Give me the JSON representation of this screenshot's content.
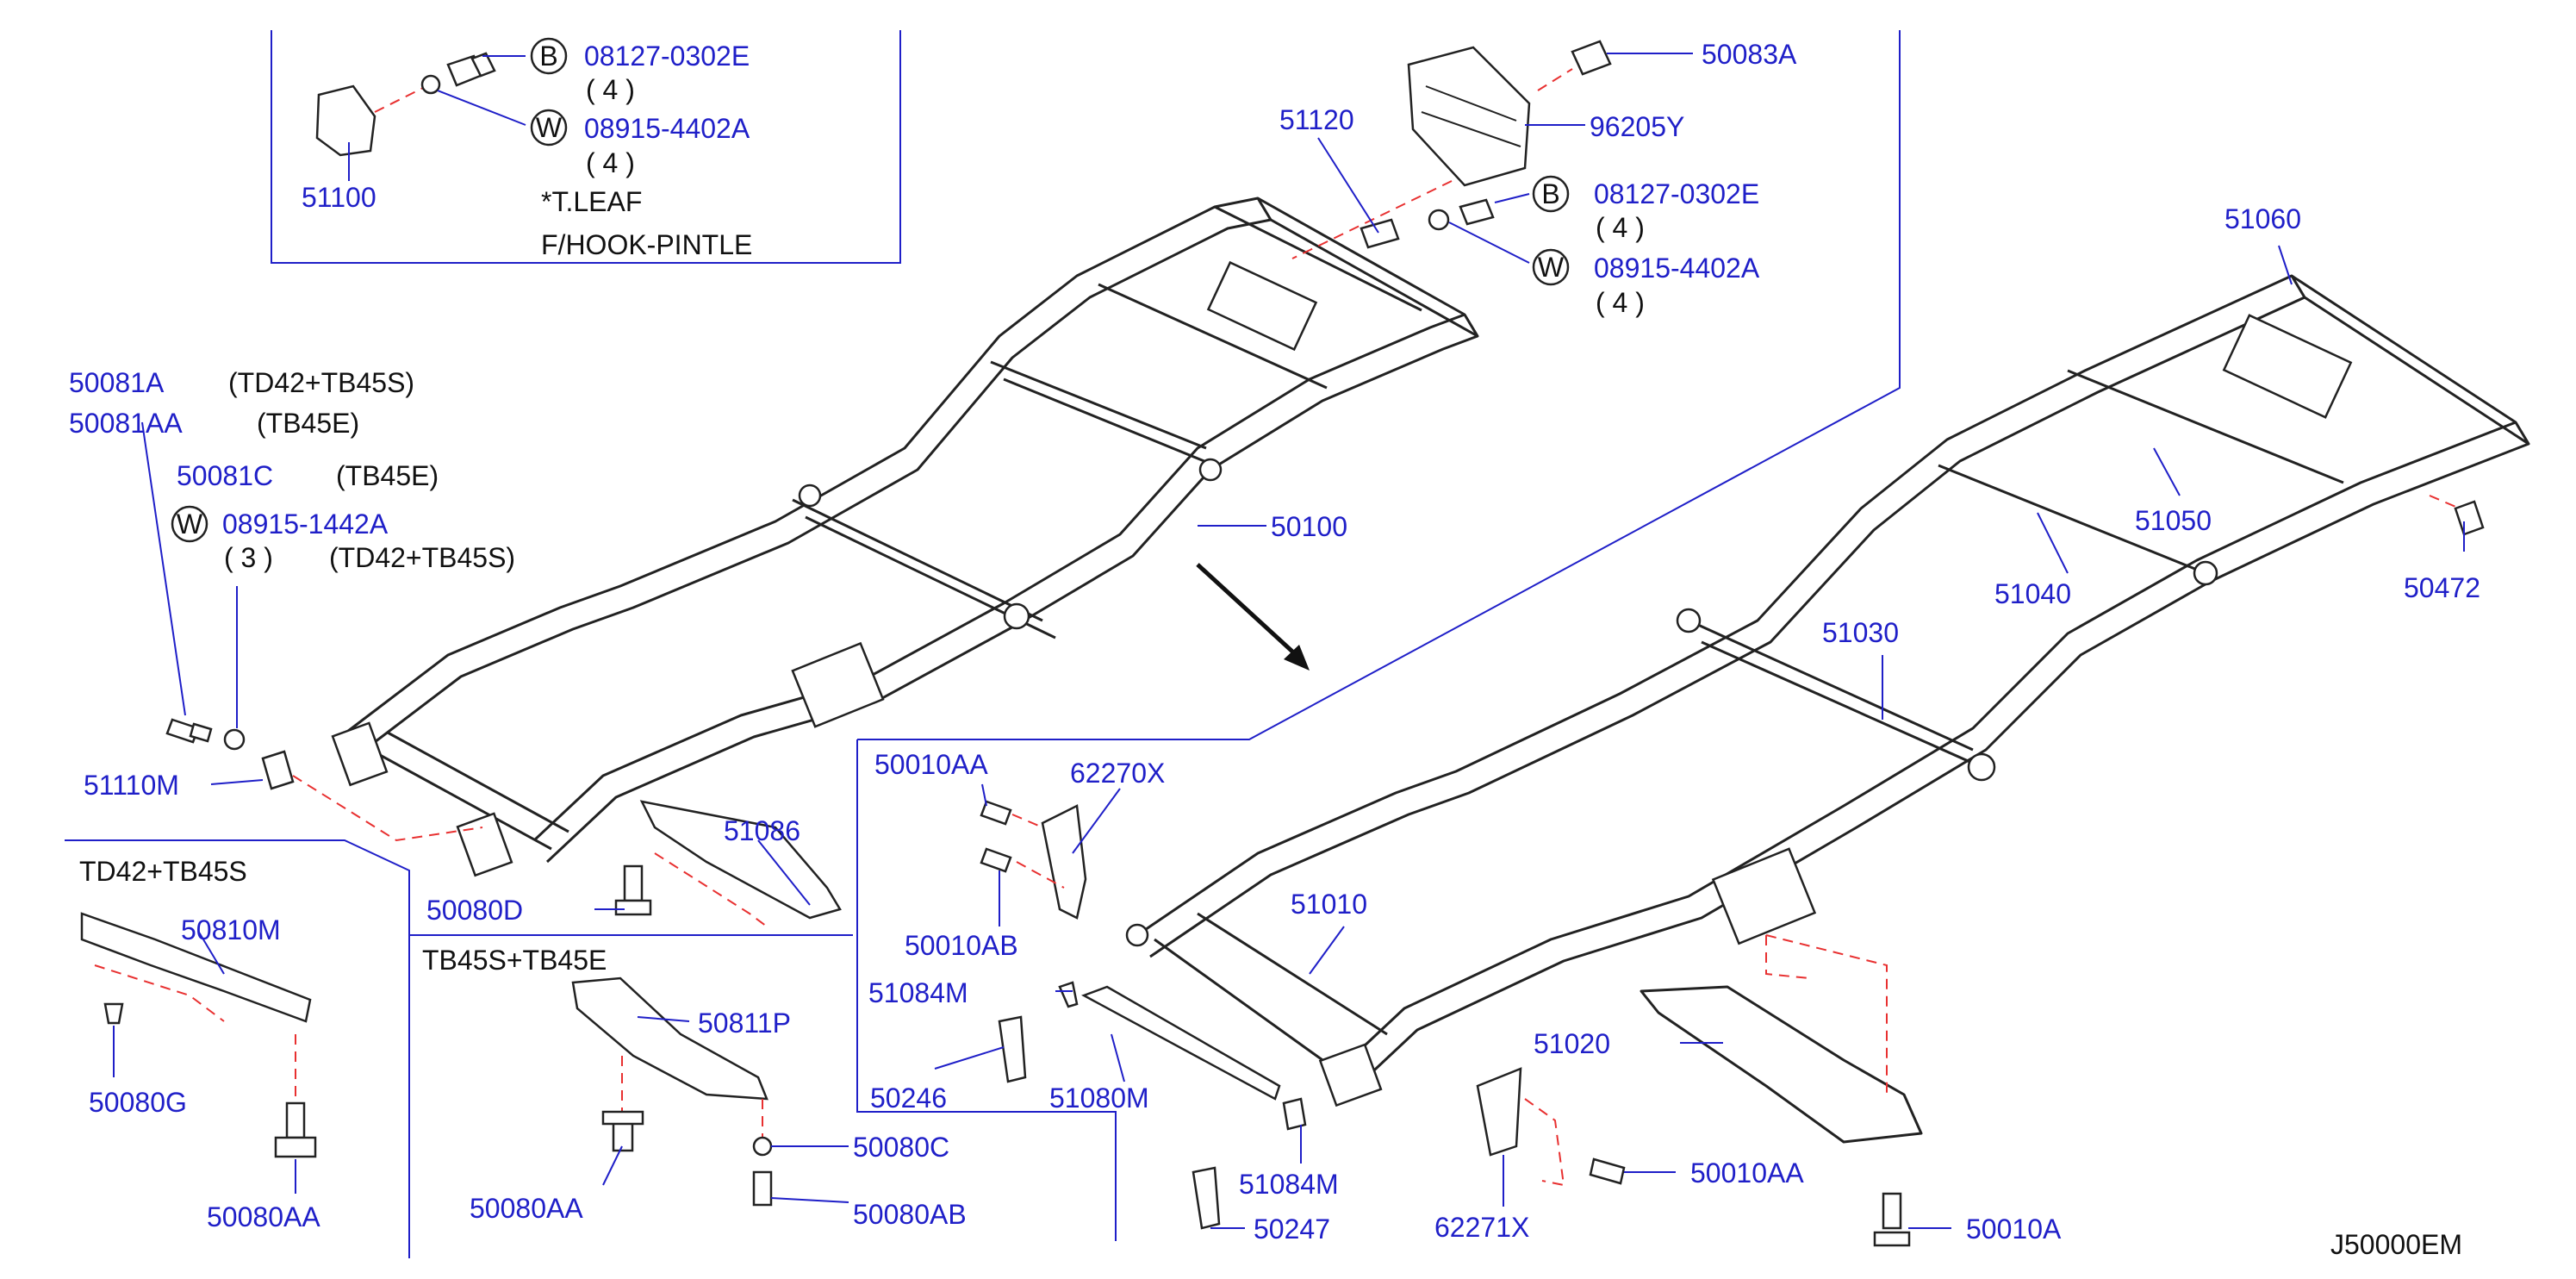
{
  "diagram_code": "J50000EM",
  "inset_top": {
    "labels": {
      "p51100": "51100",
      "bolt_code": "08127-0302E",
      "bolt_qty": "( 4 )",
      "washer_code": "08915-4402A",
      "washer_qty": "( 4 )",
      "note1": "*T.LEAF",
      "note2": "F/HOOK-PINTLE"
    },
    "badges": {
      "bolt": "B",
      "washer": "W"
    }
  },
  "rear_hw": {
    "p50083A": "50083A",
    "p51120": "51120",
    "p96205Y": "96205Y",
    "bolt_code": "08127-0302E",
    "bolt_qty": "( 4 )",
    "washer_code": "08915-4402A",
    "washer_qty": "( 4 )",
    "badges": {
      "bolt": "B",
      "washer": "W"
    }
  },
  "left_hw": {
    "p50081A": "50081A",
    "p50081A_note": "(TD42+TB45S)",
    "p50081AA": "50081AA",
    "p50081AA_note": "(TB45E)",
    "p50081C": "50081C",
    "p50081C_note": "(TB45E)",
    "washer_code": "08915-1442A",
    "washer_qty": "( 3 )",
    "washer_note": "(TD42+TB45S)",
    "washer_badge": "W",
    "p51110M": "51110M"
  },
  "upper_frame": {
    "p50100": "50100",
    "p51086": "51086",
    "p50080D": "50080D"
  },
  "inset_td42": {
    "title": "TD42+TB45S",
    "p50810M": "50810M",
    "p50080G": "50080G",
    "p50080AA": "50080AA"
  },
  "inset_tb45": {
    "title": "TB45S+TB45E",
    "p50811P": "50811P",
    "p50080AA": "50080AA",
    "p50080C": "50080C",
    "p50080AB": "50080AB"
  },
  "inset_center": {
    "p50010AA": "50010AA",
    "p62270X": "62270X",
    "p50010AB": "50010AB",
    "p51084M_a": "51084M",
    "p50246": "50246",
    "p51080M": "51080M",
    "p51084M_b": "51084M",
    "p50247": "50247"
  },
  "lower_frame": {
    "p51060": "51060",
    "p51050": "51050",
    "p50472": "50472",
    "p51040": "51040",
    "p51030": "51030",
    "p51010": "51010",
    "p51020": "51020",
    "p50010AA": "50010AA",
    "p62271X": "62271X",
    "p50010A": "50010A"
  },
  "colors": {
    "part_number": "#1f1fc8",
    "note_text": "#111111",
    "line_art": "#222222",
    "hidden_line": "#e83030"
  }
}
